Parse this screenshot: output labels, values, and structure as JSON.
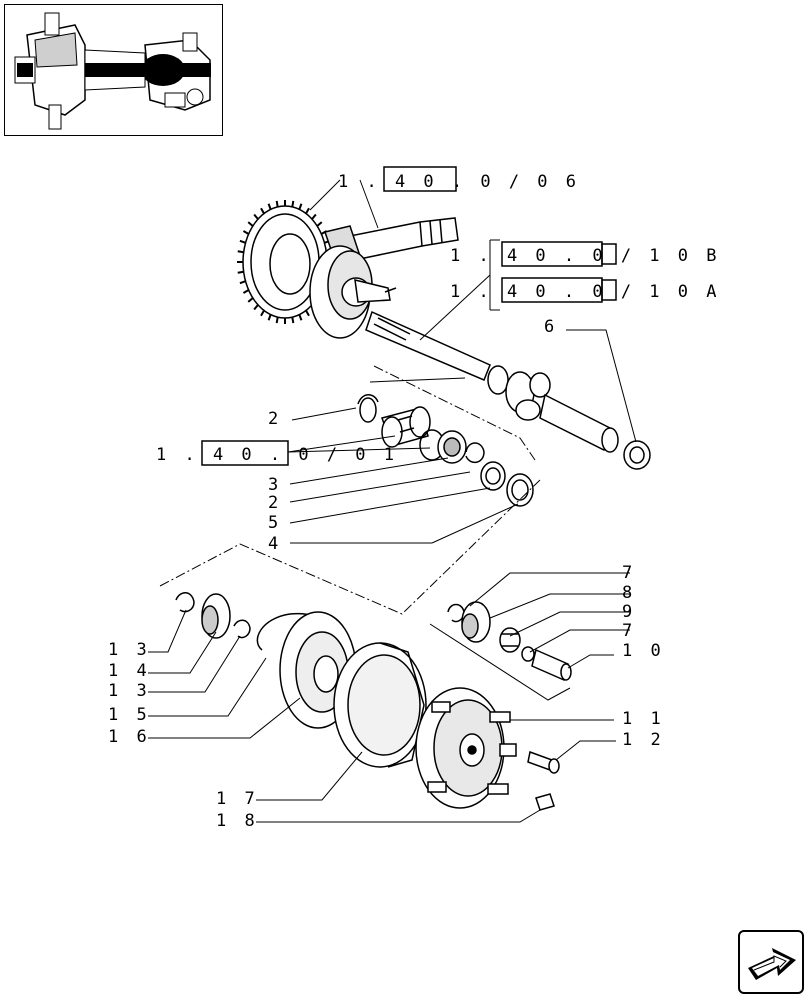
{
  "thumbnail": {
    "icon": "axle-assembly-thumbnail"
  },
  "references": {
    "ref_a": "1 . 4 0 . 0 / 0 6",
    "ref_b": "1 . 4 0 . 0 / 1 0 B",
    "ref_c": "1 . 4 0 . 0 / 1 0 A",
    "ref_d": "1 . 4 0 . 0 / 0 1"
  },
  "callouts": {
    "c6": "6",
    "c2a": "2",
    "c3": "3",
    "c2b": "2",
    "c5": "5",
    "c4": "4",
    "c7a": "7",
    "c8": "8",
    "c9": "9",
    "c7b": "7",
    "c10": "1 0",
    "c11": "1 1",
    "c12": "1 2",
    "c13a": "1 3",
    "c14": "1 4",
    "c13b": "1 3",
    "c15": "1 5",
    "c16": "1 6",
    "c17": "1 7",
    "c18": "1 8"
  },
  "nav": {
    "icon": "next-page-arrow-icon"
  }
}
